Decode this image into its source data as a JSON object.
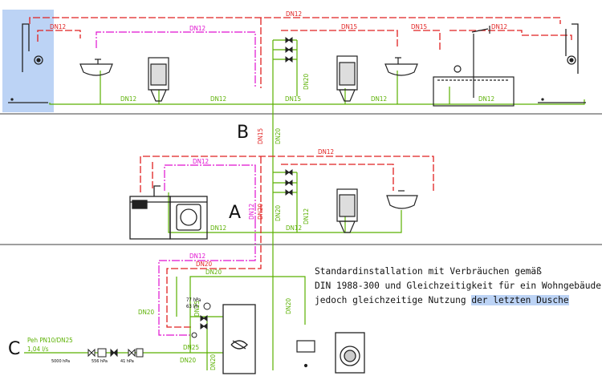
{
  "section_labels": {
    "b": "B",
    "a": "A",
    "c": "C"
  },
  "note": {
    "line1": "Standardinstallation mit Verbräuchen gemäß",
    "line2": "DIN 1988-300 und Gleichzeitigkeit für ein Wohngebäude",
    "line3_prefix": "jedoch gleichzeitige Nutzung ",
    "line3_highlight": "der letzten Dusche"
  },
  "pipe_labels": {
    "top_dn12": "DN12",
    "top_dn12_left": "DN12",
    "top_dn12_mag": "DN12",
    "top_dn15_a": "DN15",
    "top_dn15_b": "DN15",
    "top_dn12_right": "DN12",
    "top_g_dn12_a": "DN12",
    "top_g_dn12_b": "DN12",
    "top_g_dn15": "DN15",
    "top_g_dn12_c": "DN12",
    "top_g_dn12_d": "DN12",
    "top_vert_dn20": "DN20",
    "riser_b_dn15": "DN15",
    "riser_b_dn20": "DN20",
    "mid_dn12_red": "DN12",
    "mid_dn12_mag": "DN12",
    "mid_vert_dn12": "DN12",
    "riser_a_dn12": "DN12",
    "riser_a_dn20": "DN20",
    "mid_vert_dn20": "DN20",
    "mid_g_dn12_a": "DN12",
    "mid_g_dn12_b": "DN12",
    "low_dn12_mag": "DN12",
    "low_dn20_red": "DN20",
    "low_dn20_grn": "DN20",
    "low_vert_dn25": "DN25",
    "low_vert_dn20": "DN20",
    "low_dn20_left": "DN20",
    "low_dn25_bottom": "DN25",
    "low_dn20_bottom": "DN20",
    "low_dn20_vert2": "DN20"
  },
  "supply": {
    "line1": "Peh PN10/DN25",
    "line2": "1,04 l/s",
    "p1": "5000 hPa",
    "p2": "556 hPa",
    "p3": "41 hPa",
    "heater_p": "77 hPa",
    "heater_flow": "63 l/h"
  },
  "colors": {
    "cold": "#5ab000",
    "hot": "#e02020",
    "circ": "#e010d0",
    "highlight": "#bcd3f5"
  }
}
